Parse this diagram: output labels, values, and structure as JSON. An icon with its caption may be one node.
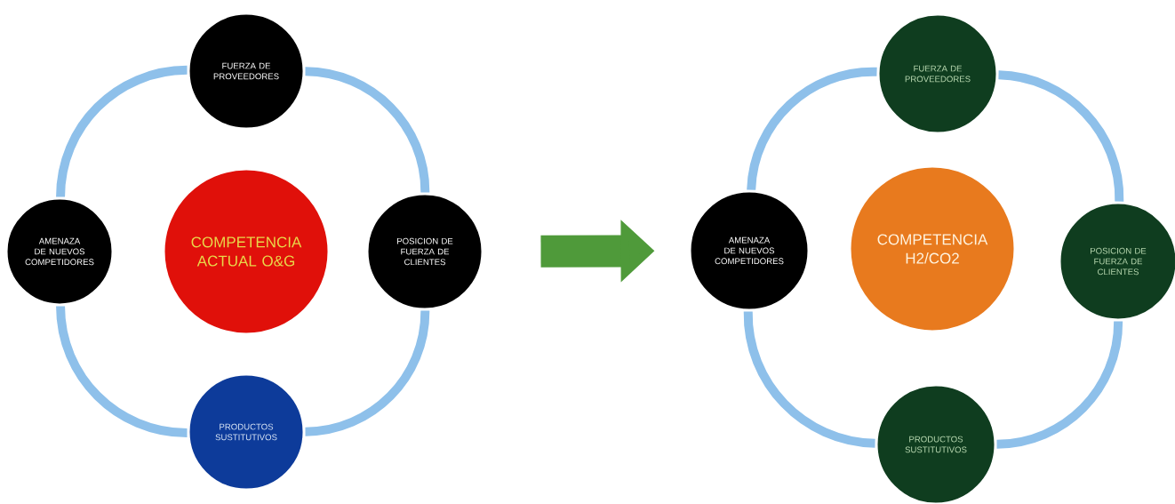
{
  "diagram": {
    "nodes": [
      {
        "text": [
          "FUERZA DE PROVEEDORES"
        ]
      },
      {
        "text": [
          "AMENAZA DE NUEVOS COMPETIDORES"
        ]
      },
      {
        "text": [
          "COMPETENCIA ACTUAL O&G"
        ]
      },
      {
        "text": [
          "POSICION DE FUERZA DE CLIENTES"
        ]
      },
      {
        "text": [
          "PRODUCTOS SUSTITUTIVOS"
        ]
      },
      {
        "text": [
          "FUERZA DE PROVEEDORES"
        ]
      },
      {
        "text": [
          "AMENAZA DE NUEVOS COMPETIDORES"
        ]
      },
      {
        "text": [
          "COMPETENCIA H2/CO2"
        ]
      },
      {
        "text": [
          "POSICION DE FUERZA DE CLIENTES"
        ]
      },
      {
        "text": [
          "PRODUCTOS SUSTITUTIVOS"
        ]
      }
    ],
    "edges": [
      {
        "from": 0,
        "to": 3,
        "arrow": "none"
      },
      {
        "from": 3,
        "to": 4,
        "arrow": "none"
      },
      {
        "from": 4,
        "to": 1,
        "arrow": "none"
      },
      {
        "from": 1,
        "to": 0,
        "arrow": "none"
      },
      {
        "from": 5,
        "to": 8,
        "arrow": "none"
      },
      {
        "from": 8,
        "to": 9,
        "arrow": "none"
      },
      {
        "from": 9,
        "to": 6,
        "arrow": "none"
      },
      {
        "from": 6,
        "to": 5,
        "arrow": "none"
      },
      {
        "from": 3,
        "to": 6,
        "arrow": "to",
        "style": "thick",
        "color": "#4f9a3a"
      }
    ]
  }
}
